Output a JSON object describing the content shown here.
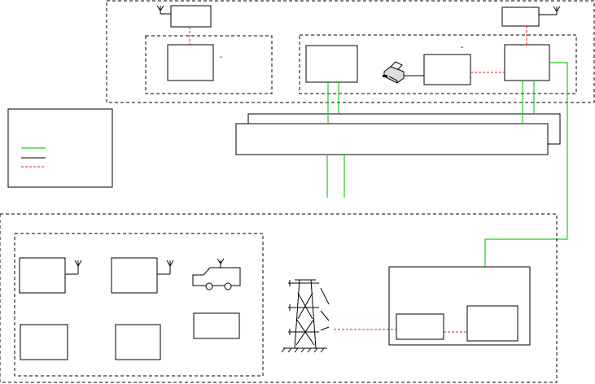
{
  "diagram": {
    "top_region": {
      "left_group": {
        "marker_text": "-"
      },
      "right_group": {
        "marker_text": "-"
      }
    },
    "legend": {
      "entries": [
        {
          "line_color": "#22cc22",
          "style": "solid"
        },
        {
          "line_color": "#000000",
          "style": "solid"
        },
        {
          "line_color": "#e02020",
          "style": "dashed"
        }
      ]
    },
    "colors": {
      "fiber_link": "#22cc22",
      "wired_link": "#000000",
      "radio_link": "#e02020"
    },
    "icons": [
      "antenna-icon",
      "printer-icon",
      "vehicle-icon",
      "transmission-tower-icon"
    ]
  }
}
